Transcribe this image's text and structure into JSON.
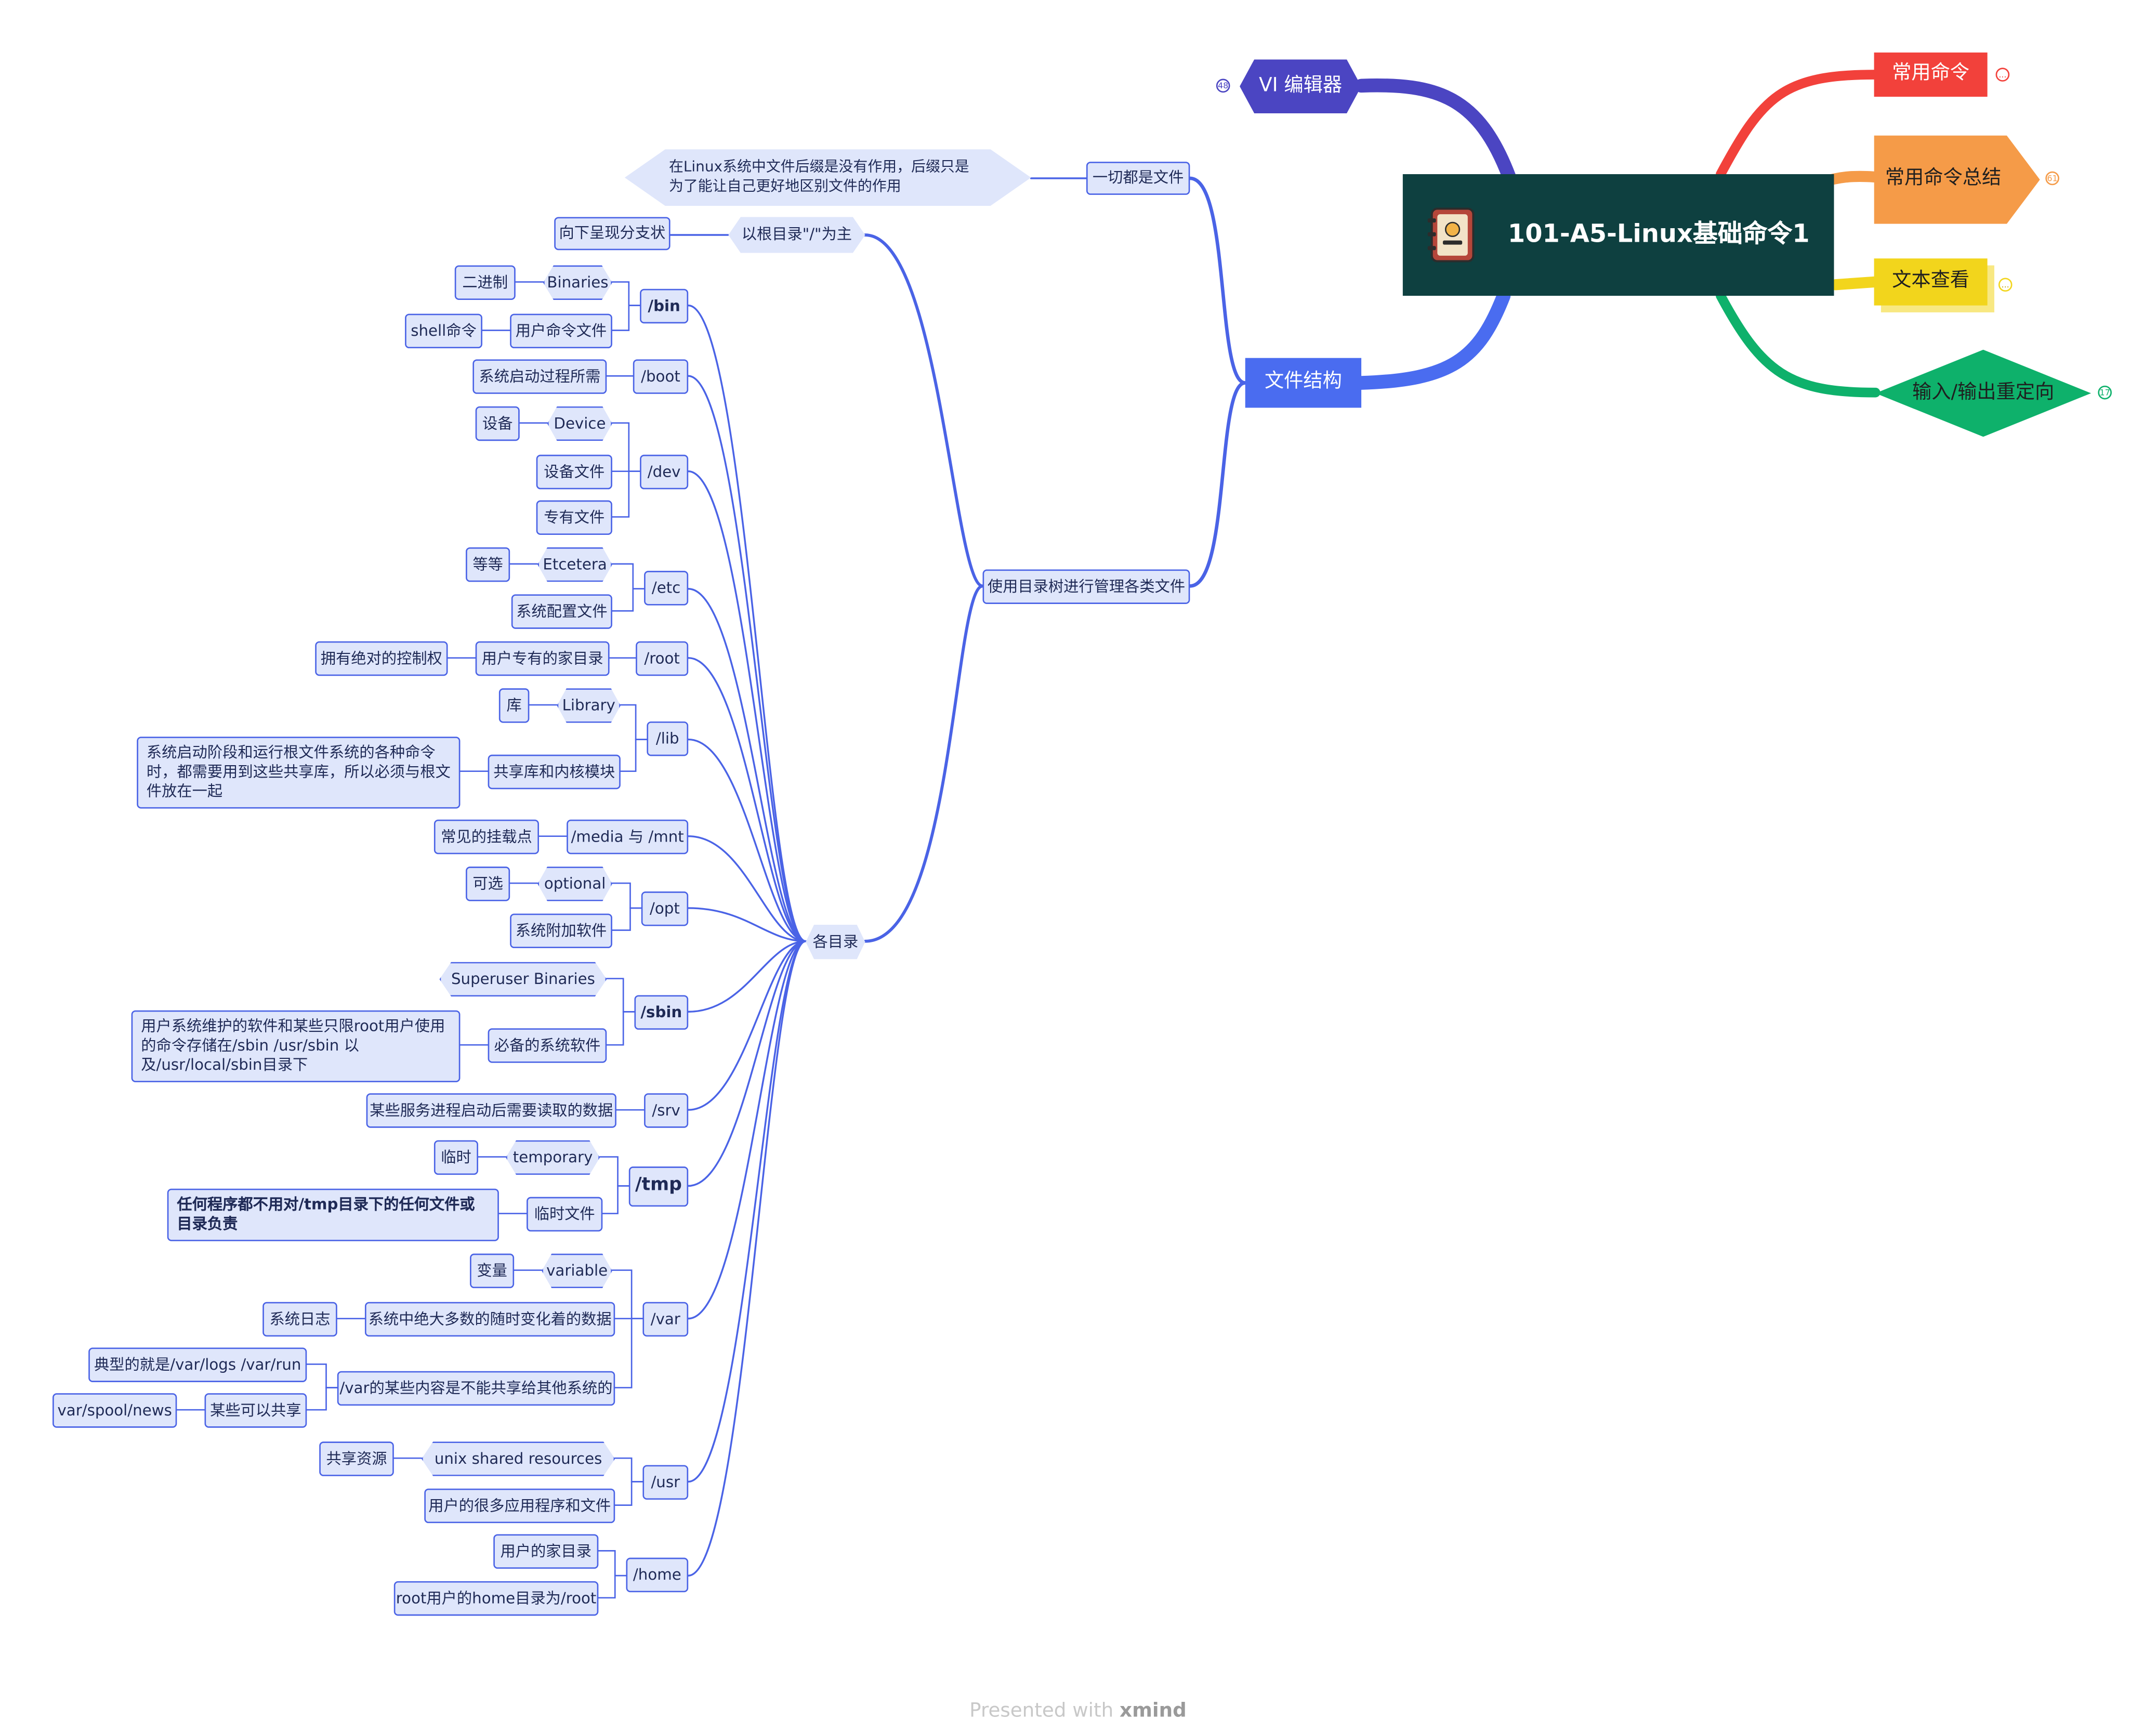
{
  "central": {
    "title": "101-A5-Linux基础命令1",
    "icon": "address-book-icon"
  },
  "main_branches": {
    "vi": {
      "label": "VI 编辑器",
      "count": "48"
    },
    "files": {
      "label": "文件结构"
    },
    "common": {
      "label": "常用命令",
      "count": "..."
    },
    "summary": {
      "label": "常用命令总结",
      "count": "61"
    },
    "textview": {
      "label": "文本查看",
      "count": "..."
    },
    "io": {
      "label": "输入/输出重定向",
      "count": "17"
    }
  },
  "file_structure": {
    "everything_is_file": {
      "label": "一切都是文件",
      "note": "在Linux系统中文件后缀是没有作用，后缀只是为了能让自己更好地区别文件的作用"
    },
    "dir_tree": {
      "label": "使用目录树进行管理各类文件"
    },
    "root_based": {
      "label": "以根目录\"/\"为主",
      "child": "向下呈现分支状"
    },
    "dirs_label": "各目录",
    "dirs": {
      "bin": {
        "name": "/bin",
        "binaries": "Binaries",
        "erjinzhi": "二进制",
        "user_cmd": "用户命令文件",
        "shell": "shell命令"
      },
      "boot": {
        "name": "/boot",
        "desc": "系统启动过程所需"
      },
      "dev": {
        "name": "/dev",
        "device": "Device",
        "shebei": "设备",
        "dev_file": "设备文件",
        "special": "专有文件"
      },
      "etc": {
        "name": "/etc",
        "etcetera": "Etcetera",
        "dengdeng": "等等",
        "config": "系统配置文件"
      },
      "root": {
        "name": "/root",
        "home": "用户专有的家目录",
        "control": "拥有绝对的控制权"
      },
      "lib": {
        "name": "/lib",
        "library": "Library",
        "ku": "库",
        "shared": "共享库和内核模块",
        "shared_note": "系统启动阶段和运行根文件系统的各种命令时，都需要用到这些共享库，所以必须与根文件放在一起"
      },
      "media": {
        "name": "/media 与 /mnt",
        "desc": "常见的挂载点"
      },
      "opt": {
        "name": "/opt",
        "optional": "optional",
        "kexuan": "可选",
        "addon": "系统附加软件"
      },
      "sbin": {
        "name": "/sbin",
        "superuser": "Superuser Binaries",
        "essential": "必备的系统软件",
        "essential_note": "用户系统维护的软件和某些只限root用户使用的命令存储在/sbin  /usr/sbin 以及/usr/local/sbin目录下"
      },
      "srv": {
        "name": "/srv",
        "desc": "某些服务进程启动后需要读取的数据"
      },
      "tmp": {
        "name": "/tmp",
        "temporary": "temporary",
        "linshi": "临时",
        "tmpfile": "临时文件",
        "tmpnote": "任何程序都不用对/tmp目录下的任何文件或目录负责"
      },
      "var": {
        "name": "/var",
        "variable": "variable",
        "bianliang": "变量",
        "changing": "系统中绝大多数的随时变化着的数据",
        "syslog": "系统日志",
        "unshared": "/var的某些内容是不能共享给其他系统的",
        "typical": "典型的就是/var/logs  /var/run",
        "can_share": "某些可以共享",
        "spool": "var/spool/news"
      },
      "usr": {
        "name": "/usr",
        "unix": "unix shared resources",
        "gongxiang": "共享资源",
        "apps": "用户的很多应用程序和文件"
      },
      "home": {
        "name": "/home",
        "user_home": "用户的家目录",
        "root_home": "root用户的home目录为/root"
      }
    }
  },
  "colors": {
    "accent": "#4a63e6",
    "leaf_fill": "#dfe6fb",
    "central_bg": "#0e4040",
    "vi": "#4b45c2",
    "files": "#4a6cf0",
    "common": "#f2413b",
    "summary": "#f59b48",
    "textview": "#f2d51c",
    "io": "#0eb16b"
  },
  "footer": {
    "prefix": "Presented with ",
    "brand": "xmind"
  }
}
